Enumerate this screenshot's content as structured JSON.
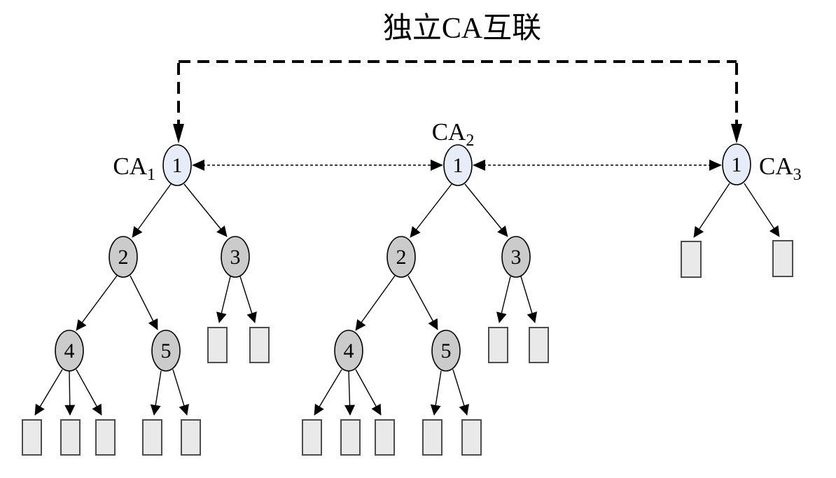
{
  "title": "独立CA互联",
  "colors": {
    "root_fill": "#e7edf8",
    "inner_fill": "#cbcbcb",
    "leaf_fill": "#e9e9e9",
    "line": "#000000"
  },
  "trees": [
    {
      "name": "CA",
      "sub": "1",
      "root": "1",
      "nodes": {
        "n2": "2",
        "n3": "3",
        "n4": "4",
        "n5": "5"
      },
      "leaf_count": 7
    },
    {
      "name": "CA",
      "sub": "2",
      "root": "1",
      "nodes": {
        "n2": "2",
        "n3": "3",
        "n4": "4",
        "n5": "5"
      },
      "leaf_count": 7
    },
    {
      "name": "CA",
      "sub": "3",
      "root": "1",
      "leaf_count": 2
    }
  ],
  "links": {
    "top_dashed": {
      "from": "CA1",
      "to": "CA3",
      "style": "bold-dashed-arrows-down"
    },
    "dotted_1": {
      "from": "CA1",
      "to": "CA2",
      "style": "dotted-double-arrow"
    },
    "dotted_2": {
      "from": "CA2",
      "to": "CA3",
      "style": "dotted-double-arrow"
    }
  }
}
